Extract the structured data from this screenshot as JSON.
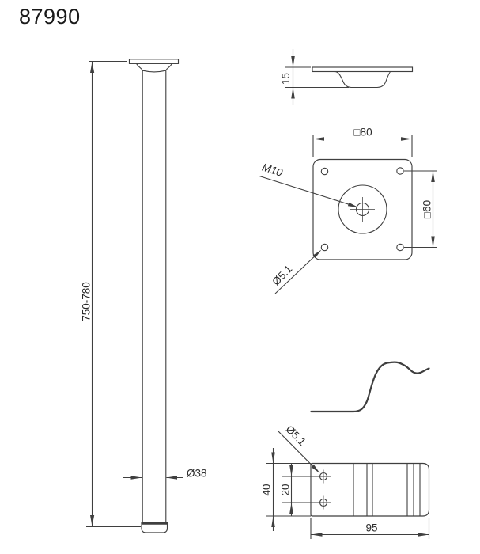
{
  "title": "87990",
  "colors": {
    "line": "#3f3f3f",
    "text": "#2a2a2a",
    "background": "#ffffff"
  },
  "views": {
    "leg_front": {
      "length_range": "750-780",
      "tube_diameter": "Ø38"
    },
    "plate_side": {
      "thickness": "15"
    },
    "plate_top": {
      "outer_square": "□80",
      "hole_pattern_square": "□60",
      "thread_callout": "M10",
      "hole_callout": "Ø5.1"
    },
    "bracket_bottom": {
      "width": "40",
      "hole_spacing": "20",
      "length": "95",
      "hole_callout": "Ø5.1"
    }
  }
}
